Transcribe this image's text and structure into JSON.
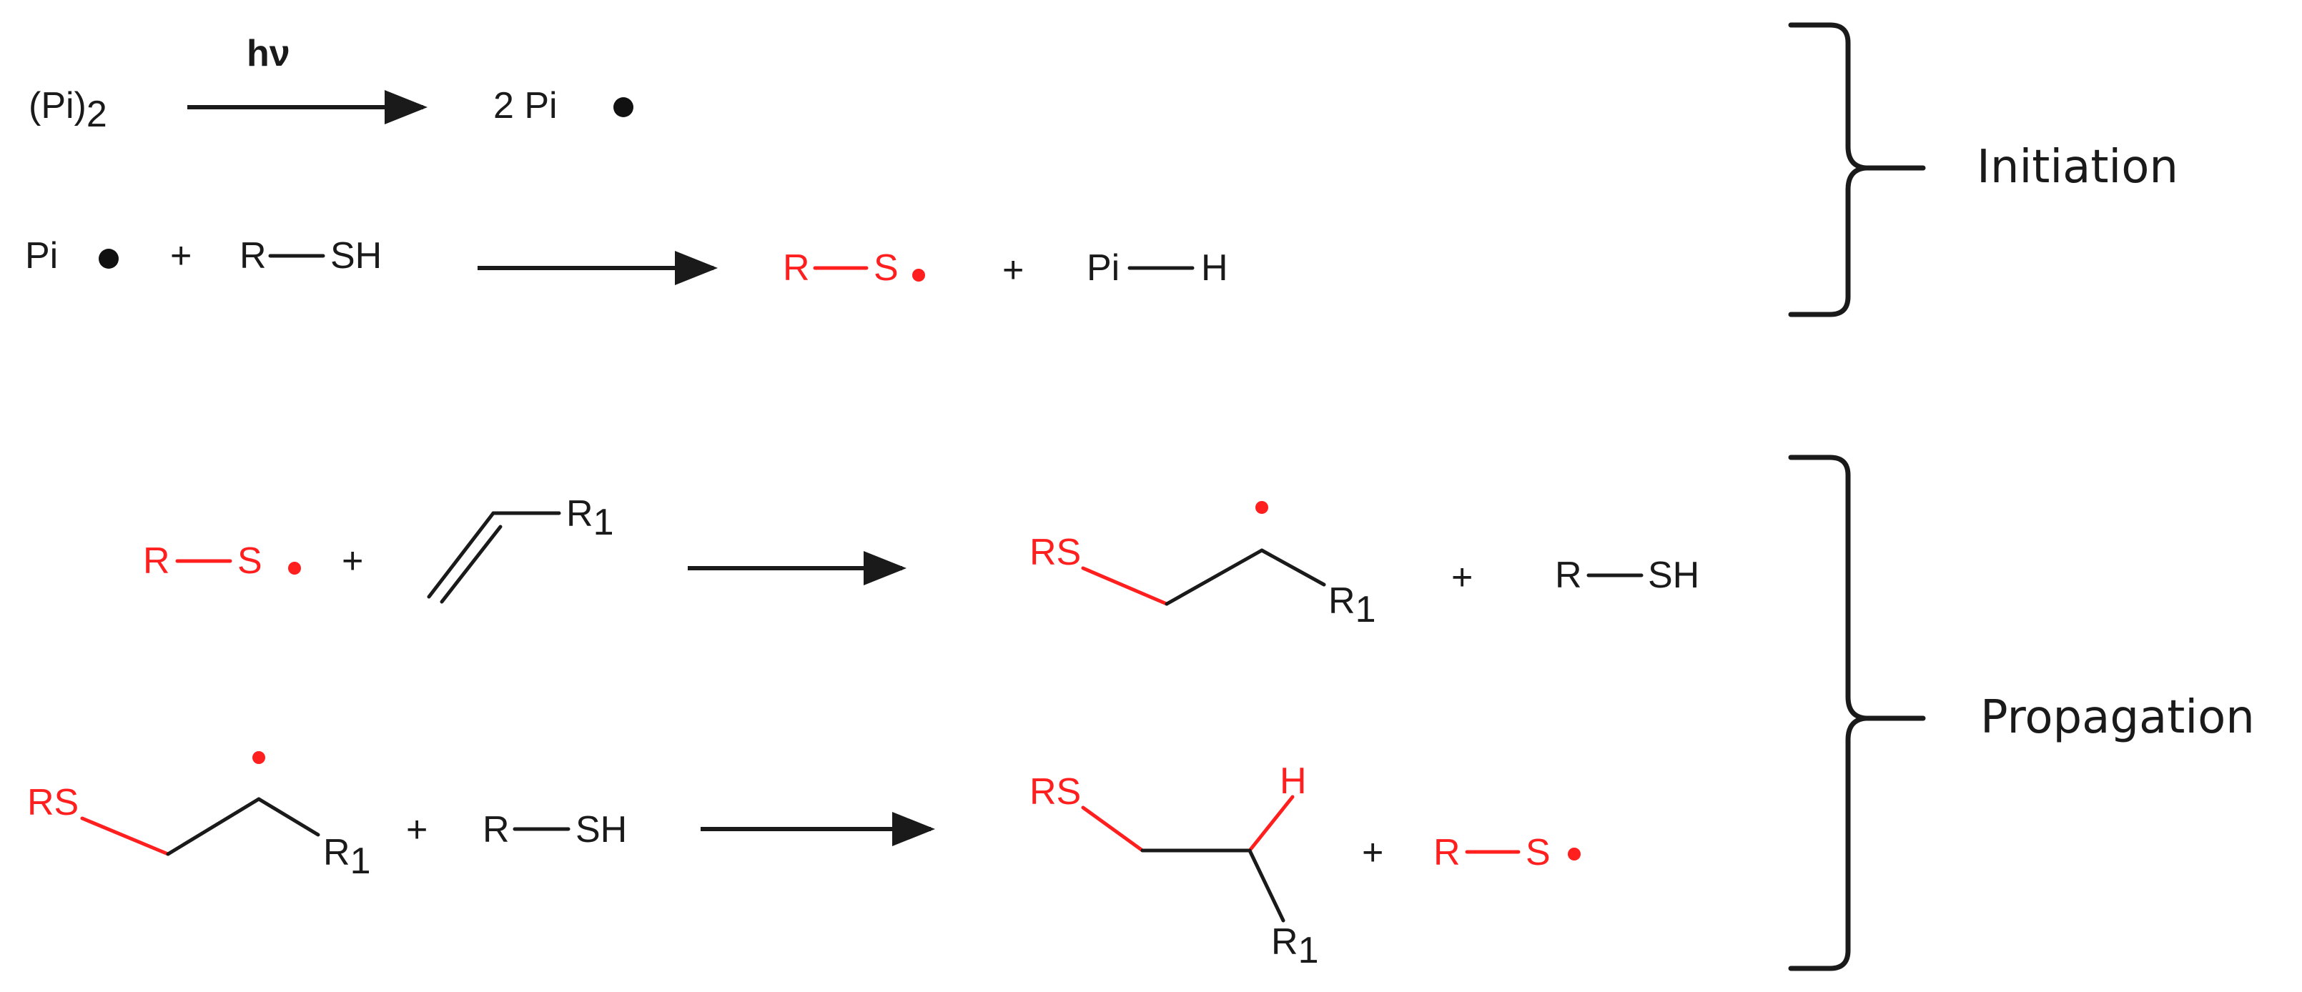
{
  "labels": {
    "pi2_base": "(Pi)",
    "pi2_sub": "2",
    "hv": "hν",
    "two_pi": "2 Pi",
    "pi": "Pi",
    "plus": "+",
    "r": "R",
    "sh": "SH",
    "s": "S",
    "h": "H",
    "rs": "RS",
    "r1_base": "R",
    "r1_sub": "1"
  },
  "phases": {
    "initiation": "Initiation",
    "propagation": "Propagation"
  },
  "colors": {
    "radical_species": "#ff1f1f",
    "default": "#1a1a1a"
  }
}
